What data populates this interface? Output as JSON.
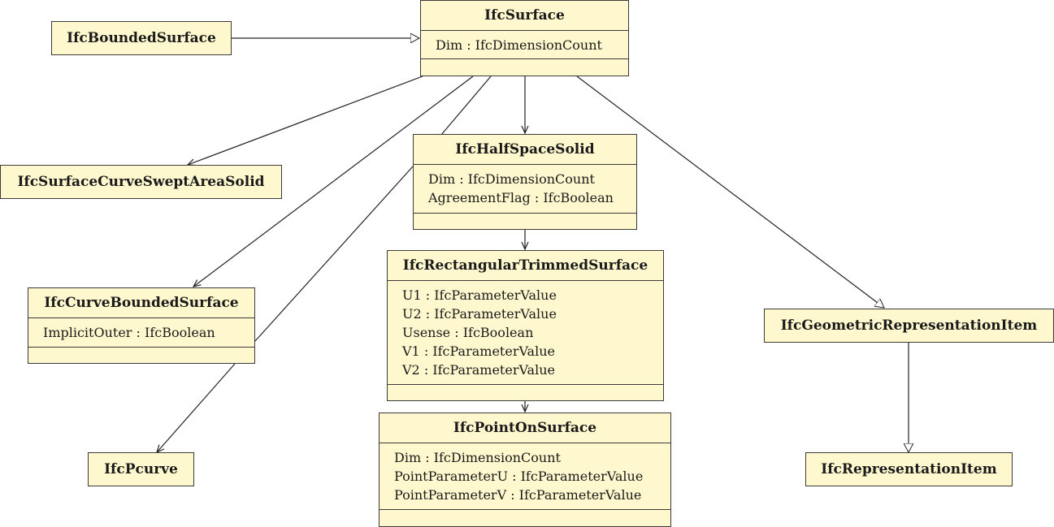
{
  "classes": {
    "ifc_surface": {
      "name": "IfcSurface",
      "attributes": [
        "Dim : IfcDimensionCount"
      ]
    },
    "ifc_bounded_surface": {
      "name": "IfcBoundedSurface"
    },
    "ifc_surface_curve_swept_area_solid": {
      "name": "IfcSurfaceCurveSweptAreaSolid"
    },
    "ifc_half_space_solid": {
      "name": "IfcHalfSpaceSolid",
      "attributes": [
        "Dim : IfcDimensionCount",
        "AgreementFlag : IfcBoolean"
      ]
    },
    "ifc_curve_bounded_surface": {
      "name": "IfcCurveBoundedSurface",
      "attributes": [
        "ImplicitOuter : IfcBoolean"
      ]
    },
    "ifc_rectangular_trimmed_surface": {
      "name": "IfcRectangularTrimmedSurface",
      "attributes": [
        "U1 : IfcParameterValue",
        "U2 : IfcParameterValue",
        "Usense : IfcBoolean",
        "V1 : IfcParameterValue",
        "V2 : IfcParameterValue"
      ]
    },
    "ifc_geometric_representation_item": {
      "name": "IfcGeometricRepresentationItem"
    },
    "ifc_point_on_surface": {
      "name": "IfcPointOnSurface",
      "attributes": [
        "Dim : IfcDimensionCount",
        "PointParameterU : IfcParameterValue",
        "PointParameterV : IfcParameterValue"
      ]
    },
    "ifc_pcurve": {
      "name": "IfcPcurve"
    },
    "ifc_representation_item": {
      "name": "IfcRepresentationItem"
    }
  },
  "relations": [
    {
      "from": "ifc_bounded_surface",
      "to": "ifc_surface",
      "kind": "generalization"
    },
    {
      "from": "ifc_surface",
      "to": "ifc_geometric_representation_item",
      "kind": "generalization"
    },
    {
      "from": "ifc_geometric_representation_item",
      "to": "ifc_representation_item",
      "kind": "generalization"
    },
    {
      "from": "ifc_surface",
      "to": "ifc_surface_curve_swept_area_solid",
      "kind": "association"
    },
    {
      "from": "ifc_surface",
      "to": "ifc_half_space_solid",
      "kind": "association"
    },
    {
      "from": "ifc_surface",
      "to": "ifc_curve_bounded_surface",
      "kind": "association"
    },
    {
      "from": "ifc_surface",
      "to": "ifc_pcurve",
      "kind": "association"
    },
    {
      "from": "ifc_half_space_solid",
      "to": "ifc_rectangular_trimmed_surface",
      "kind": "association"
    },
    {
      "from": "ifc_rectangular_trimmed_surface",
      "to": "ifc_point_on_surface",
      "kind": "association"
    }
  ]
}
